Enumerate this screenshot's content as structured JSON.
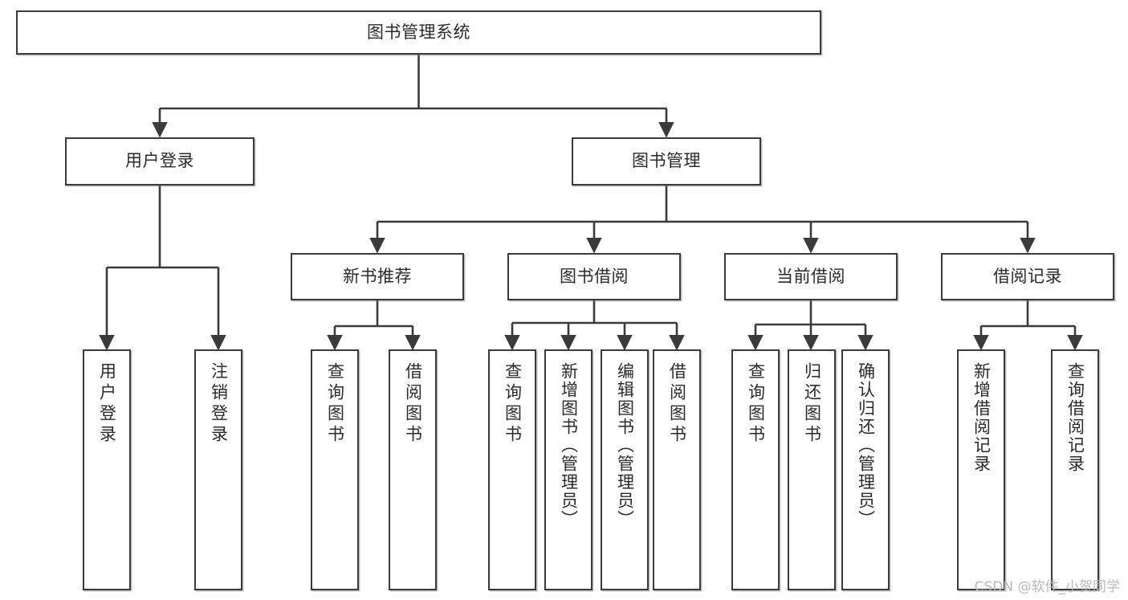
{
  "diagram": {
    "type": "tree-hierarchy-chart",
    "title": "图书管理系统",
    "colors": {
      "box_border": "#3b3b3b",
      "box_fill": "#ffffff",
      "line": "#3b3b3b",
      "text": "#2b2b2b",
      "watermark": "#b9b9b9",
      "background": "#ffffff"
    },
    "root": {
      "label": "图书管理系统"
    },
    "level1": [
      {
        "label": "用户登录"
      },
      {
        "label": "图书管理"
      }
    ],
    "level2": [
      {
        "label": "新书推荐"
      },
      {
        "label": "图书借阅"
      },
      {
        "label": "当前借阅"
      },
      {
        "label": "借阅记录"
      }
    ],
    "leaves": {
      "user_login": [
        {
          "label": "用户登录"
        },
        {
          "label": "注销登录"
        }
      ],
      "new_book_recommend": [
        {
          "label": "查询图书"
        },
        {
          "label": "借阅图书"
        }
      ],
      "book_borrow": [
        {
          "label": "查询图书"
        },
        {
          "label": "新增图书（管理员）"
        },
        {
          "label": "编辑图书（管理员）"
        },
        {
          "label": "借阅图书"
        }
      ],
      "current_borrow": [
        {
          "label": "查询图书"
        },
        {
          "label": "归还图书"
        },
        {
          "label": "确认归还（管理员）"
        }
      ],
      "borrow_record": [
        {
          "label": "新增借阅记录"
        },
        {
          "label": "查询借阅记录"
        }
      ]
    }
  },
  "watermark": {
    "text": "CSDN @软件_小贺同学"
  }
}
